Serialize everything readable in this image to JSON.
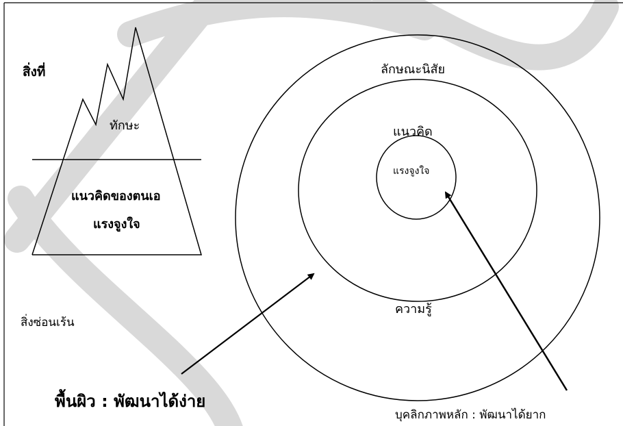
{
  "colors": {
    "line": "#000000",
    "watermark": "#d9d9d9",
    "background": "#ffffff"
  },
  "iceberg": {
    "top_label": "สิ่งที่",
    "skill_label": "ทักษะ",
    "self_concept_label": "แนวคิดของตนเอ",
    "motive_label": "แรงจูงใจ",
    "hidden_label": "สิ่งซ่อนเร้น",
    "surface_caption": "พื้นผิว : พัฒนาได้ง่าย"
  },
  "circles": {
    "outer_label": "ลักษณะนิสัย",
    "middle_label": "แนวคิด",
    "inner_label": "แรงจูงใจ",
    "knowledge_label": "ความรู้",
    "core_caption": "บุคลิกภาพหลัก  : พัฒนาได้ยาก"
  },
  "watermark": {
    "shape": "large letter R outline stroke"
  }
}
